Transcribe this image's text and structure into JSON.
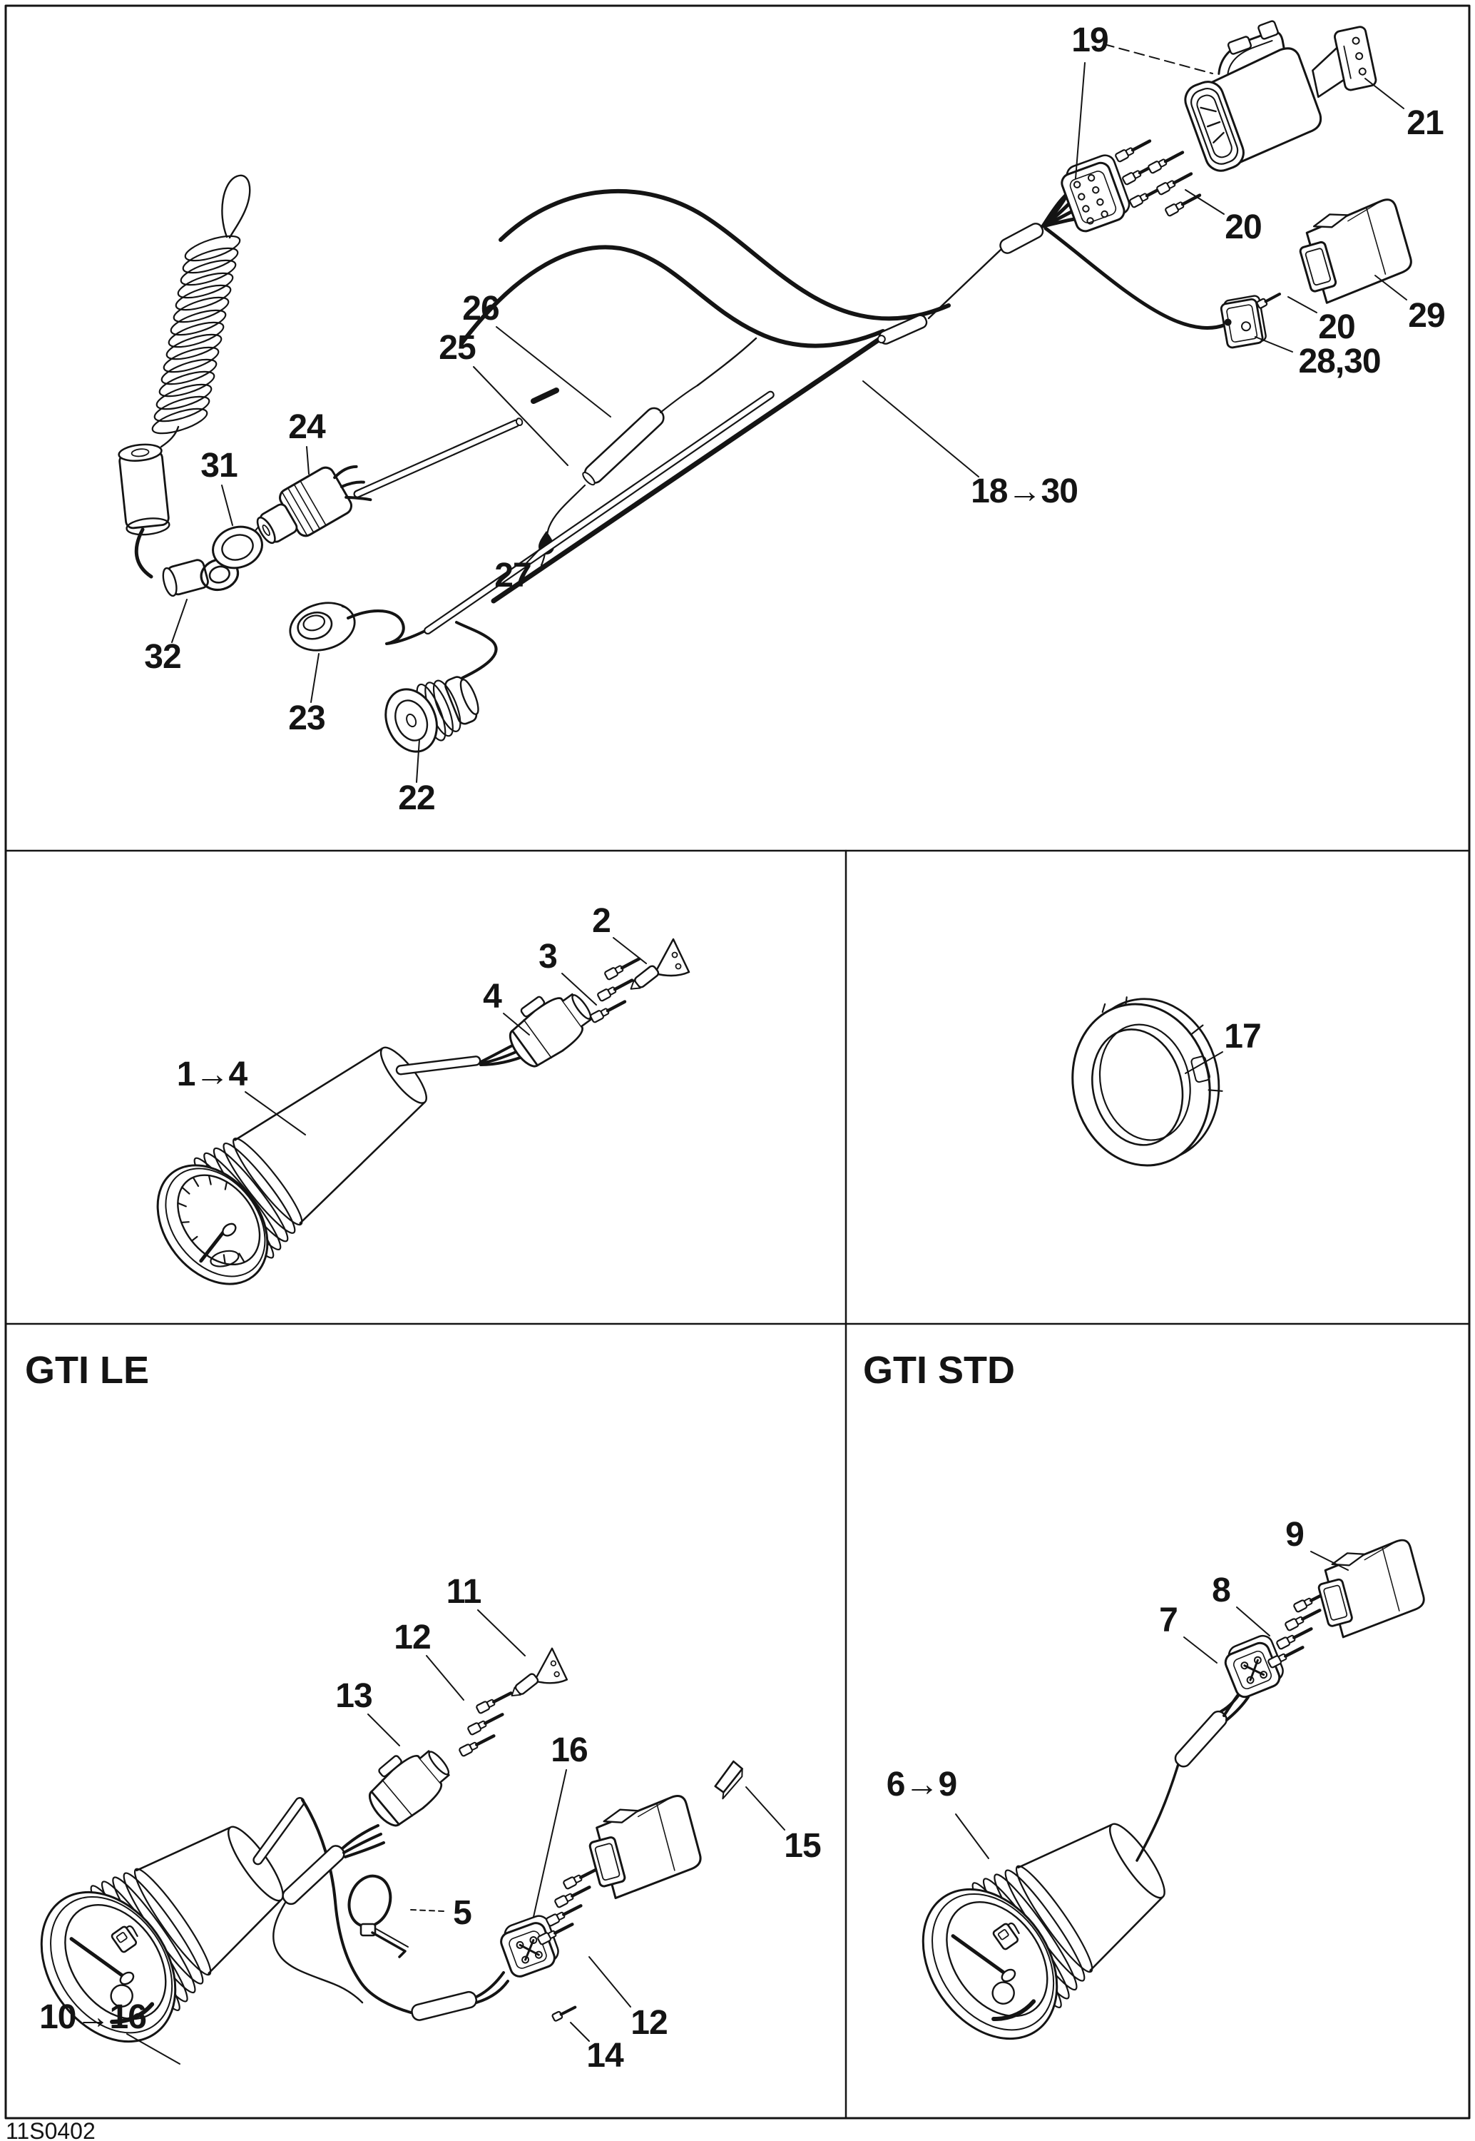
{
  "colors": {
    "ink": "#141414",
    "paper": "#ffffff"
  },
  "figure": {
    "code": "11S0402"
  },
  "panels": {
    "top": {
      "callouts": {
        "c19": "19",
        "c20_pins": "20",
        "c21": "21",
        "c29": "29",
        "c20_pin": "20",
        "c28_30": "28,30",
        "c18_30": "18→30",
        "c26": "26",
        "c25": "25",
        "c27": "27",
        "c24": "24",
        "c31": "31",
        "c32": "32",
        "c23": "23",
        "c22": "22"
      }
    },
    "middle_left": {
      "callouts": {
        "c1_4": "1→4",
        "c2": "2",
        "c3": "3",
        "c4": "4"
      }
    },
    "middle_right": {
      "callouts": {
        "c17": "17"
      }
    },
    "bottom_left": {
      "heading": "GTI LE",
      "callouts": {
        "c11": "11",
        "c12_upper": "12",
        "c13": "13",
        "c16": "16",
        "c15": "15",
        "c12_lower": "12",
        "c14": "14",
        "c10_16": "10→16",
        "c5": "5"
      }
    },
    "bottom_right": {
      "heading": "GTI STD",
      "callouts": {
        "c9": "9",
        "c8": "8",
        "c7": "7",
        "c6_9": "6→9"
      }
    }
  }
}
